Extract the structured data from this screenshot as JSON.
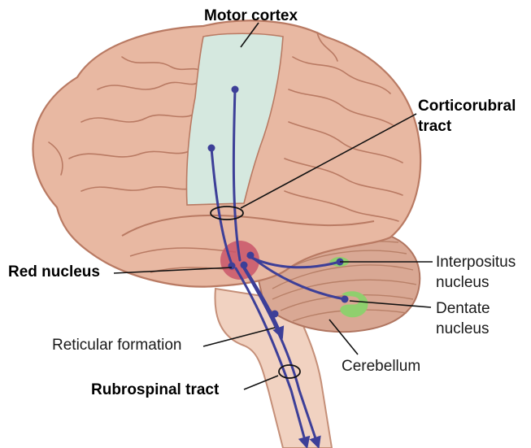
{
  "labels": {
    "motor_cortex": "Motor cortex",
    "corticorubral_line1": "Corticorubral",
    "corticorubral_line2": "tract",
    "red_nucleus": "Red nucleus",
    "interpositus_line1": "Interpositus",
    "interpositus_line2": "nucleus",
    "dentate_line1": "Dentate",
    "dentate_line2": "nucleus",
    "reticular_formation": "Reticular formation",
    "cerebellum": "Cerebellum",
    "rubrospinal_tract": "Rubrospinal tract"
  },
  "colors": {
    "brain_fill": "#e8b8a2",
    "brain_stroke": "#b97a63",
    "motor_cortex_fill": "#d5e8df",
    "red_nucleus_fill": "#c9556a",
    "tract_line": "#3d3f98",
    "cerebellum_fill": "#d9a894",
    "nucleus_green": "#8fcf6e",
    "brainstem_fill": "#f1d2c1"
  }
}
